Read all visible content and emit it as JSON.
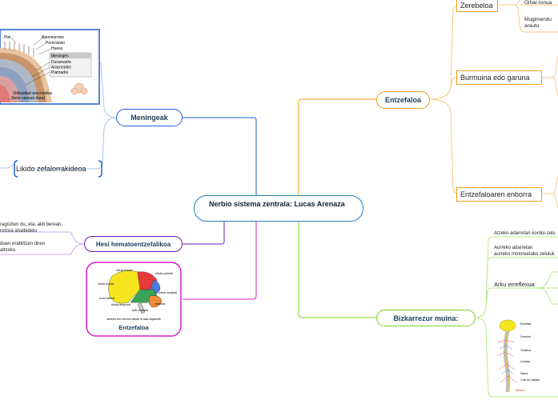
{
  "central": {
    "title": "Nerbio sistema zentrala: Lucas Arenaza"
  },
  "meningeak": {
    "label": "Meningeak",
    "img_labels": {
      "piel": "Piel",
      "aponeurosis": "Aponeurosis",
      "pericraneo": "Pericráneo",
      "hueso": "Hueso",
      "meninges": "Meninges",
      "duramadre": "Duramadre",
      "aracnoides": "Aracnoides",
      "piamadre": "Piamadre",
      "vellosidad": "Vellosidad aracnoidea",
      "seno": "Seno venoso dural"
    }
  },
  "likido": {
    "label": "Likido zefalorrakideoa"
  },
  "hesi": {
    "label": "Hesi hematoentzefalikoa",
    "text1_line1": "ragozten du, eta, aldi berean,",
    "text1_line2": "rotzea ahalbidetu",
    "text2_line1": "duen erabiltzen diren",
    "text2_line2": "altzeko."
  },
  "entzefaloa_img": {
    "caption": "Entzefaloa",
    "subcaption": "anterior del cerebro desde el lado izquierdo",
    "labels": {
      "a": "lóbulo frontal",
      "b": "lóbulo parietal",
      "c": "lóbulo frontal",
      "d": "surco lateral",
      "e": "lóbulo temporal",
      "f": "lóbulo occipital",
      "g": "cerebelo",
      "h": "tallo cerebral"
    }
  },
  "entzefaloa": {
    "label": "Entzefaloa"
  },
  "zerebeloa": {
    "label": "Zerebeloa",
    "child1": "Gihar-tonua",
    "child2_line1": "Mugimendu",
    "child2_line2": "arautu"
  },
  "burmuina": {
    "label": "Burmuina edo garuna"
  },
  "enborra": {
    "label": "Entzefaloaren enborra"
  },
  "bizkarrezur": {
    "label": "Bizkarrezur muina:",
    "child1": "Atzeko adarretan kordoi-zelu",
    "child2_line1": "Aurreko adarretan",
    "child2_line2": "aurreko motoreetako zeluluk",
    "child3": "Arku erreflexua"
  },
  "spine_img": {
    "labels": {
      "a": "Encéfalo",
      "b": "Cervical",
      "c": "Torácica",
      "d": "Lumbar",
      "e": "Sacra",
      "f": "Cola de caballo",
      "g": "Nervios"
    }
  },
  "colors": {
    "meningeak": "#1e5ed6",
    "hesi": "#6a1fb0",
    "entzefaloa_img": "#d01fd0",
    "entzefaloa": "#f39c12",
    "bizkarrezur": "#7ed321",
    "central": "#2a7fb8"
  }
}
